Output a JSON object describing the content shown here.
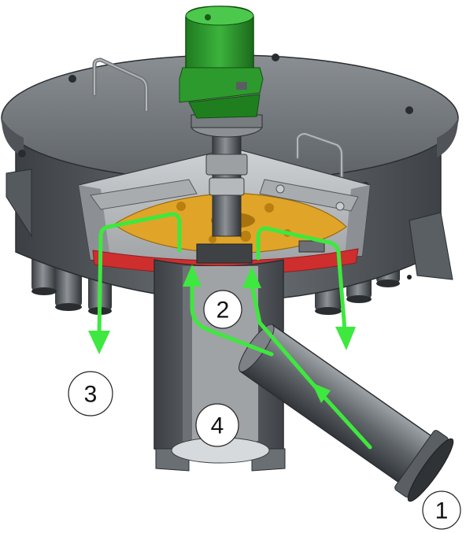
{
  "diagram": {
    "callouts": {
      "c1": "1",
      "c2": "2",
      "c3": "3",
      "c4": "4"
    },
    "colors": {
      "flow_arrow": "#3ee83e",
      "motor": "#2e9e2e",
      "steel_dark": "#4a4e52",
      "steel_mid": "#7c8185",
      "steel_light": "#b9bdc0",
      "rotor_plate": "#e0a528",
      "gasket": "#cf2e2e"
    }
  }
}
